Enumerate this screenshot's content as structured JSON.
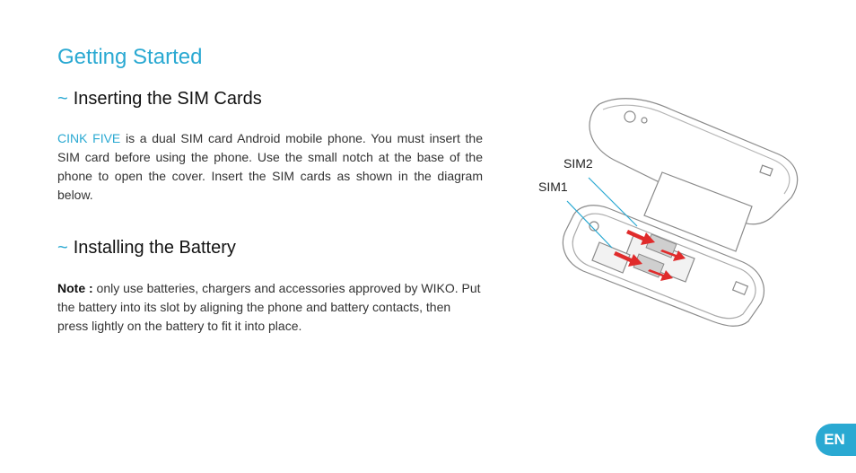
{
  "title": "Getting Started",
  "section_sim": {
    "tilde": "~",
    "heading": "Inserting the SIM Cards",
    "brand": "CINK FIVE",
    "text": " is a dual SIM card Android mobile phone. You must insert the SIM card before using the phone. Use the small notch at the base of the phone to open the cover. Insert the SIM cards as shown in the diagram below."
  },
  "section_battery": {
    "tilde": "~",
    "heading": "Installing the Battery",
    "note_label": "Note :",
    "text": " only use batteries, chargers and accessories approved by WIKO. Put the battery into its slot by aligning the phone and battery contacts, then press lightly on the battery to fit it into place."
  },
  "figure": {
    "sim2_label": "SIM2",
    "sim1_label": "SIM1"
  },
  "language_badge": "EN",
  "colors": {
    "accent": "#2aa9d2",
    "arrow": "#e02b2b"
  }
}
